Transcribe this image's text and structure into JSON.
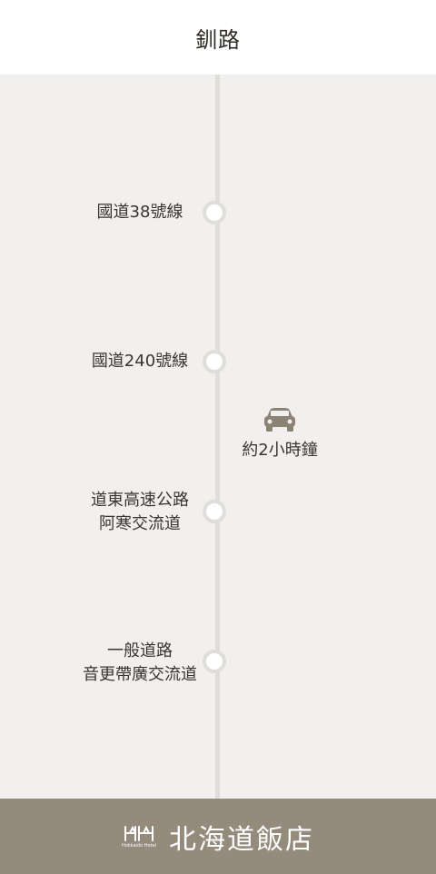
{
  "header": {
    "title": "釧路"
  },
  "route": {
    "stops": [
      {
        "label": "國道38號線"
      },
      {
        "label": "國道240號線"
      },
      {
        "label": "道東高速公路\n阿寒交流道"
      },
      {
        "label": "一般道路\n音更帶廣交流道"
      }
    ],
    "duration": {
      "icon": "car-icon",
      "text": "約2小時鐘"
    }
  },
  "footer": {
    "logo_icon": "hotel-logo-icon",
    "logo_small_text": "Hokkaido Hotel",
    "brand_name": "北海道飯店"
  },
  "colors": {
    "background": "#f1f0ee",
    "line": "#e0dedb",
    "footer": "#948b7c",
    "icon": "#8a8274"
  }
}
